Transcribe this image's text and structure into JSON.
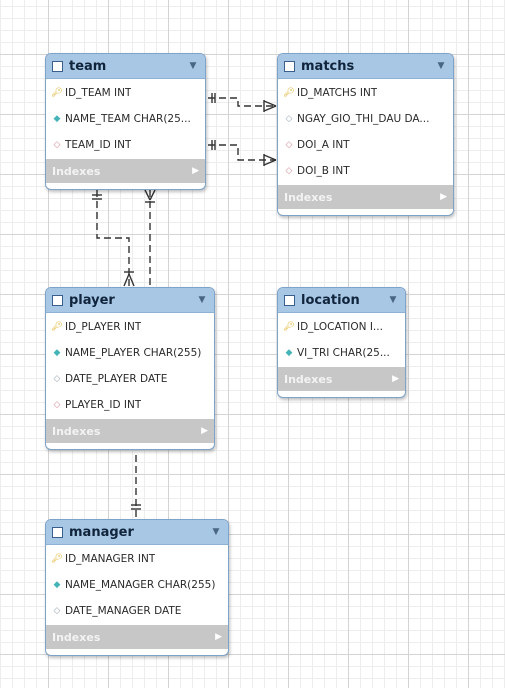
{
  "colors": {
    "header_bg": "#a8c7e4",
    "border": "#7ea3c8",
    "footer_bg": "#c7c7c7",
    "pk_icon": "#e0b12a",
    "field_icon": "#45b4b8",
    "fk_icon": "#d7909a",
    "line": "#333333"
  },
  "tables": {
    "team": {
      "name": "team",
      "columns": [
        {
          "label": "ID_TEAM INT",
          "icon": "key-icon"
        },
        {
          "label": "NAME_TEAM CHAR(25...",
          "icon": "diamond-teal-icon"
        },
        {
          "label": "TEAM_ID INT",
          "icon": "diamond-pink-icon"
        }
      ],
      "footer": "Indexes"
    },
    "matchs": {
      "name": "matchs",
      "columns": [
        {
          "label": "ID_MATCHS INT",
          "icon": "key-icon"
        },
        {
          "label": "NGAY_GIO_THI_DAU DA...",
          "icon": "diamond-white-icon"
        },
        {
          "label": "DOI_A INT",
          "icon": "diamond-pink-icon"
        },
        {
          "label": "DOI_B INT",
          "icon": "diamond-pink-icon"
        }
      ],
      "footer": "Indexes"
    },
    "player": {
      "name": "player",
      "columns": [
        {
          "label": "ID_PLAYER INT",
          "icon": "key-icon"
        },
        {
          "label": "NAME_PLAYER CHAR(255)",
          "icon": "diamond-teal-icon"
        },
        {
          "label": "DATE_PLAYER DATE",
          "icon": "diamond-white-icon"
        },
        {
          "label": "PLAYER_ID INT",
          "icon": "diamond-pink-icon"
        }
      ],
      "footer": "Indexes"
    },
    "location": {
      "name": "location",
      "columns": [
        {
          "label": "ID_LOCATION I...",
          "icon": "key-icon"
        },
        {
          "label": "VI_TRI CHAR(25...",
          "icon": "diamond-teal-icon"
        }
      ],
      "footer": "Indexes"
    },
    "manager": {
      "name": "manager",
      "columns": [
        {
          "label": "ID_MANAGER INT",
          "icon": "key-icon"
        },
        {
          "label": "NAME_MANAGER CHAR(255)",
          "icon": "diamond-teal-icon"
        },
        {
          "label": "DATE_MANAGER DATE",
          "icon": "diamond-white-icon"
        }
      ],
      "footer": "Indexes"
    }
  },
  "relationships": [
    {
      "from": "team",
      "to": "matchs",
      "kind": "one-to-many"
    },
    {
      "from": "team",
      "to": "matchs",
      "kind": "one-to-many"
    },
    {
      "from": "team",
      "to": "player",
      "kind": "one-to-many"
    },
    {
      "from": "player",
      "to": "team",
      "kind": "one-to-many"
    },
    {
      "from": "player",
      "to": "manager",
      "kind": "one-to-one"
    }
  ]
}
